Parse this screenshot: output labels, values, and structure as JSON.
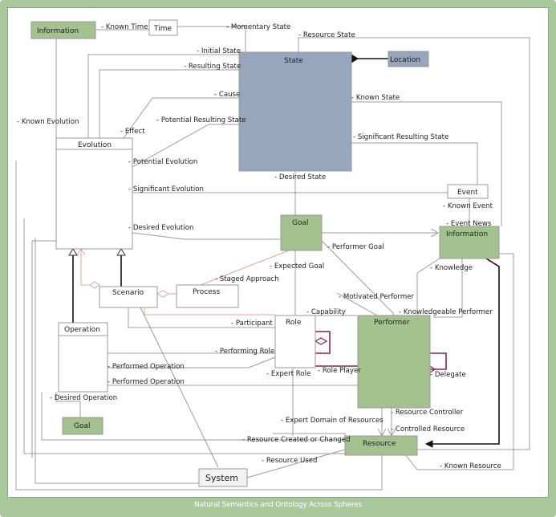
{
  "caption": "Natural Semantics and Ontology Across Spheres",
  "nodes": {
    "information_top": "Information",
    "time": "Time",
    "state": "State",
    "location": "Location",
    "evolution": "Evolution",
    "event": "Event",
    "goal_mid": "Goal",
    "information_right": "Information",
    "scenario": "Scenario",
    "process": "Process",
    "role": "Role",
    "performer": "Performer",
    "operation": "Operation",
    "goal_bottom": "Goal",
    "resource": "Resource",
    "system": "System"
  },
  "edges": {
    "known_time": "- Known Time",
    "momentary_state": "- Momentary State",
    "resource_state": "- Resource State",
    "initial_state": "- Initial State",
    "resulting_state": "- Resulting State",
    "cause": "- Cause",
    "known_state": "- Known State",
    "known_evolution": "- Known Evolution",
    "effect": "- Effect",
    "potential_resulting_state": "- Potential Resulting State",
    "significant_resulting_state": "- Significant Resulting State",
    "potential_evolution": "- Potential Evolution",
    "desired_state": "- Desired State",
    "significant_evolution": "- Significant Evolution",
    "known_event": "- Known Event",
    "event_news": "- Event News",
    "desired_evolution": "- Desired Evolution",
    "performer_goal": "- Performer Goal",
    "expected_goal": "- Expected Goal",
    "knowledge": "- Knowledge",
    "staged_approach": "- Staged Approach",
    "motivated_performer": "- Motivated Performer",
    "capability": "- Capability",
    "knowledgeable_performer": "- Knowledgeable Performer",
    "participant": "- Participant",
    "performing_role": "- Performing Role",
    "performed_operation_1": "- Performed Operation",
    "expert_role": "- Expert Role",
    "role_player": "- Role Player",
    "delegate": "- Delegate",
    "performed_operation_2": "- Performed Operation",
    "desired_operation": "- Desired Operation",
    "resource_controller": "- Resource Controller",
    "expert_domain_of_resources": "- Expert Domain of Resources",
    "controlled_resource": "- Controlled Resource",
    "resource_created_or_changed": "- Resource Created or Changed",
    "resource_used": "- Resource Used",
    "known_resource": "- Known Resource"
  }
}
